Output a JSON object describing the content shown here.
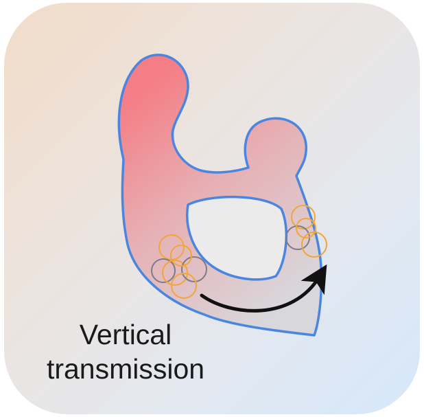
{
  "caption": {
    "line1": "Vertical",
    "line2": "transmission"
  },
  "colors": {
    "outline": "#4a86e0",
    "fill_top": "#f47e86",
    "fill_bottom": "#d8d8dc",
    "ring_orange": "#f2a53a",
    "ring_gray": "#7d7a8a",
    "arrow": "#111111"
  },
  "icons": [
    "yeast-cell-outline",
    "vacuole",
    "cell-cluster",
    "transmission-arrow"
  ]
}
